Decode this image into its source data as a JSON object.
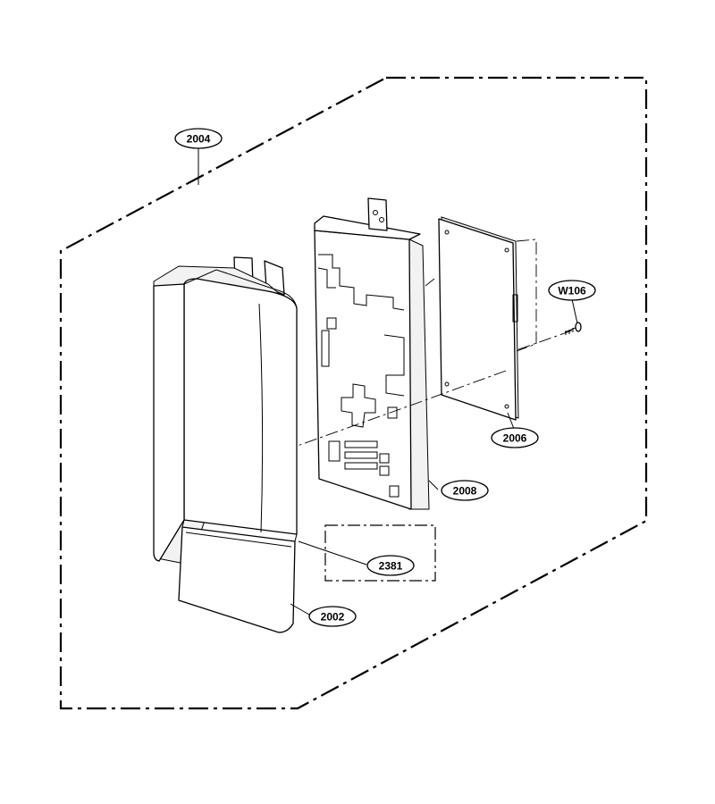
{
  "callouts": {
    "c2004": "2004",
    "w106": "W106",
    "c2006": "2006",
    "c2008": "2008",
    "c2381": "2381",
    "c2002": "2002"
  }
}
